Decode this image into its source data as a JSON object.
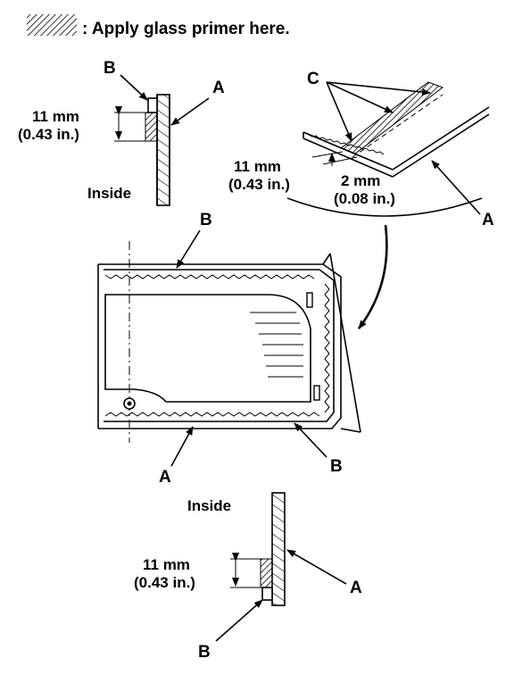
{
  "legend": {
    "text": ": Apply glass primer here."
  },
  "labels": {
    "A": "A",
    "B": "B",
    "C": "C"
  },
  "top_left": {
    "dimension": "11 mm",
    "dimension_alt": "(0.43 in.)",
    "side": "Inside"
  },
  "top_right": {
    "dimension1": "11 mm",
    "dimension1_alt": "(0.43 in.)",
    "dimension2": "2 mm",
    "dimension2_alt": "(0.08 in.)"
  },
  "bottom": {
    "dimension": "11 mm",
    "dimension_alt": "(0.43 in.)",
    "side": "Inside"
  }
}
